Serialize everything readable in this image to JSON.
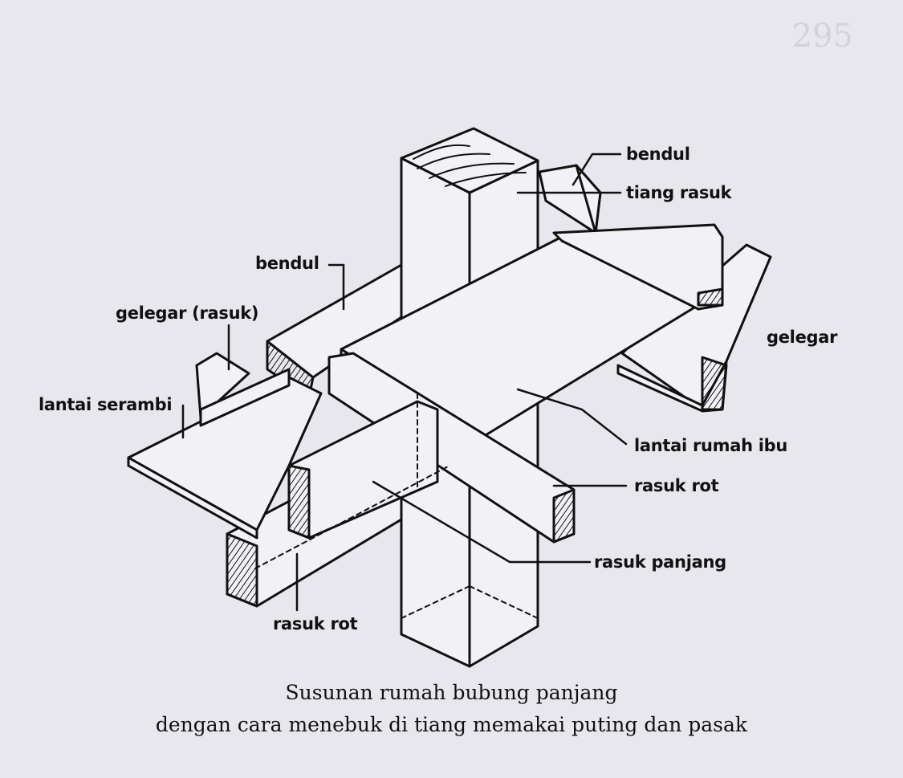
{
  "labels": {
    "bendul_top": "bendul",
    "tiang_rasuk": "tiang rasuk",
    "bendul_left": "bendul",
    "gelegar_rasuk": "gelegar (rasuk)",
    "gelegar_right": "gelegar",
    "lantai_serambi": "lantai serambi",
    "lantai_rumah_ibu": "lantai rumah ibu",
    "rasuk_rot_right": "rasuk rot",
    "rasuk_panjang": "rasuk panjang",
    "rasuk_rot_bottom": "rasuk rot"
  },
  "caption": {
    "line1": "Susunan rumah bubung panjang",
    "line2": "dengan cara menebuk di tiang memakai puting dan pasak"
  },
  "margin_note": "295",
  "colors": {
    "paper": "#e9e7ee",
    "ink": "#111111"
  }
}
